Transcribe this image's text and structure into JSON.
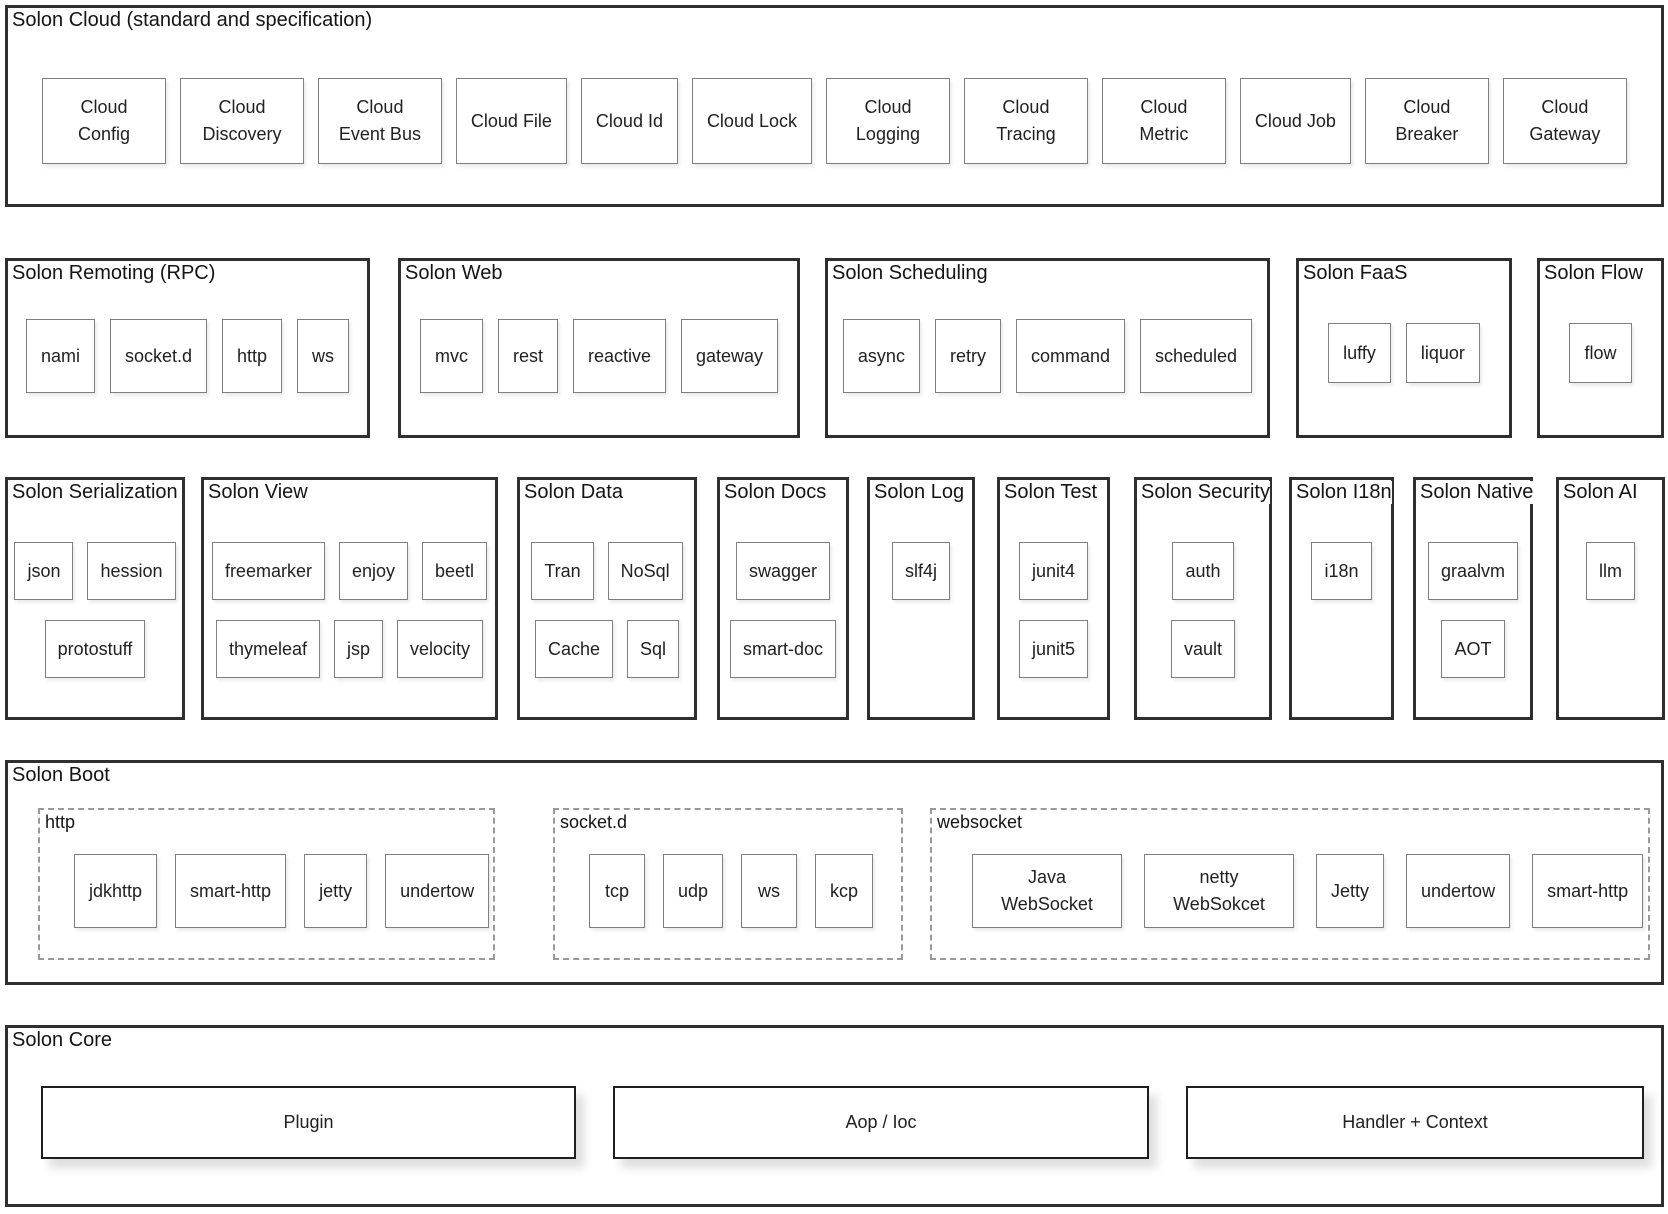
{
  "colors": {
    "background": "#ffffff",
    "section_border": "#2f2f2f",
    "box_border": "#7f7f7f",
    "dashed_border": "#999999",
    "text": "#1f1f1f"
  },
  "diagram": {
    "cloud": {
      "title": "Solon Cloud (standard and specification)",
      "items": [
        "Cloud Config",
        "Cloud Discovery",
        "Cloud Event Bus",
        "Cloud File",
        "Cloud Id",
        "Cloud Lock",
        "Cloud Logging",
        "Cloud Tracing",
        "Cloud Metric",
        "Cloud Job",
        "Cloud Breaker",
        "Cloud Gateway"
      ]
    },
    "remoting": {
      "title": "Solon Remoting (RPC)",
      "items": [
        "nami",
        "socket.d",
        "http",
        "ws"
      ]
    },
    "web": {
      "title": "Solon Web",
      "items": [
        "mvc",
        "rest",
        "reactive",
        "gateway"
      ]
    },
    "scheduling": {
      "title": "Solon Scheduling",
      "items": [
        "async",
        "retry",
        "command",
        "scheduled"
      ]
    },
    "faas": {
      "title": "Solon FaaS",
      "items": [
        "luffy",
        "liquor"
      ]
    },
    "flow": {
      "title": "Solon Flow",
      "items": [
        "flow"
      ]
    },
    "serialization": {
      "title": "Solon Serialization",
      "rows": [
        [
          "json",
          "hession"
        ],
        [
          "protostuff"
        ]
      ]
    },
    "view": {
      "title": "Solon View",
      "rows": [
        [
          "freemarker",
          "enjoy",
          "beetl"
        ],
        [
          "thymeleaf",
          "jsp",
          "velocity"
        ]
      ]
    },
    "data": {
      "title": "Solon Data",
      "rows": [
        [
          "Tran",
          "NoSql"
        ],
        [
          "Cache",
          "Sql"
        ]
      ]
    },
    "docs": {
      "title": "Solon Docs",
      "rows": [
        [
          "swagger"
        ],
        [
          "smart-doc"
        ]
      ]
    },
    "log": {
      "title": "Solon Log",
      "rows": [
        [
          "slf4j"
        ]
      ]
    },
    "test": {
      "title": "Solon Test",
      "rows": [
        [
          "junit4"
        ],
        [
          "junit5"
        ]
      ]
    },
    "security": {
      "title": "Solon Security",
      "rows": [
        [
          "auth"
        ],
        [
          "vault"
        ]
      ]
    },
    "i18n": {
      "title": "Solon I18n",
      "rows": [
        [
          "i18n"
        ]
      ]
    },
    "native": {
      "title": "Solon Native",
      "rows": [
        [
          "graalvm"
        ],
        [
          "AOT"
        ]
      ]
    },
    "ai": {
      "title": "Solon AI",
      "rows": [
        [
          "llm"
        ]
      ]
    },
    "boot": {
      "title": "Solon Boot",
      "groups": {
        "http": {
          "title": "http",
          "items": [
            "jdkhttp",
            "smart-http",
            "jetty",
            "undertow"
          ]
        },
        "socketd": {
          "title": "socket.d",
          "items": [
            "tcp",
            "udp",
            "ws",
            "kcp"
          ]
        },
        "websocket": {
          "title": "websocket",
          "items": [
            "Java WebSocket",
            "netty WebSokcet",
            "Jetty",
            "undertow",
            "smart-http"
          ]
        }
      }
    },
    "core": {
      "title": "Solon Core",
      "items": [
        "Plugin",
        "Aop / Ioc",
        "Handler + Context"
      ]
    }
  }
}
